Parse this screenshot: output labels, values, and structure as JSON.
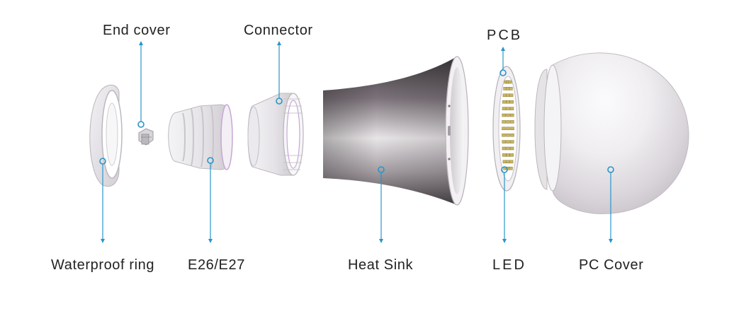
{
  "labels": {
    "end_cover": "End cover",
    "connector": "Connector",
    "pcb": "PCB",
    "waterproof_ring": "Waterproof ring",
    "e26_e27": "E26/E27",
    "heat_sink": "Heat Sink",
    "led": "LED",
    "pc_cover": "PC Cover"
  },
  "colors": {
    "leader_line": "#2a95c8",
    "label_text": "#222222",
    "part_outline": "#c9c9c9",
    "heat_sink_dark": "#4a4448",
    "pcb_chip": "#c8b560"
  }
}
